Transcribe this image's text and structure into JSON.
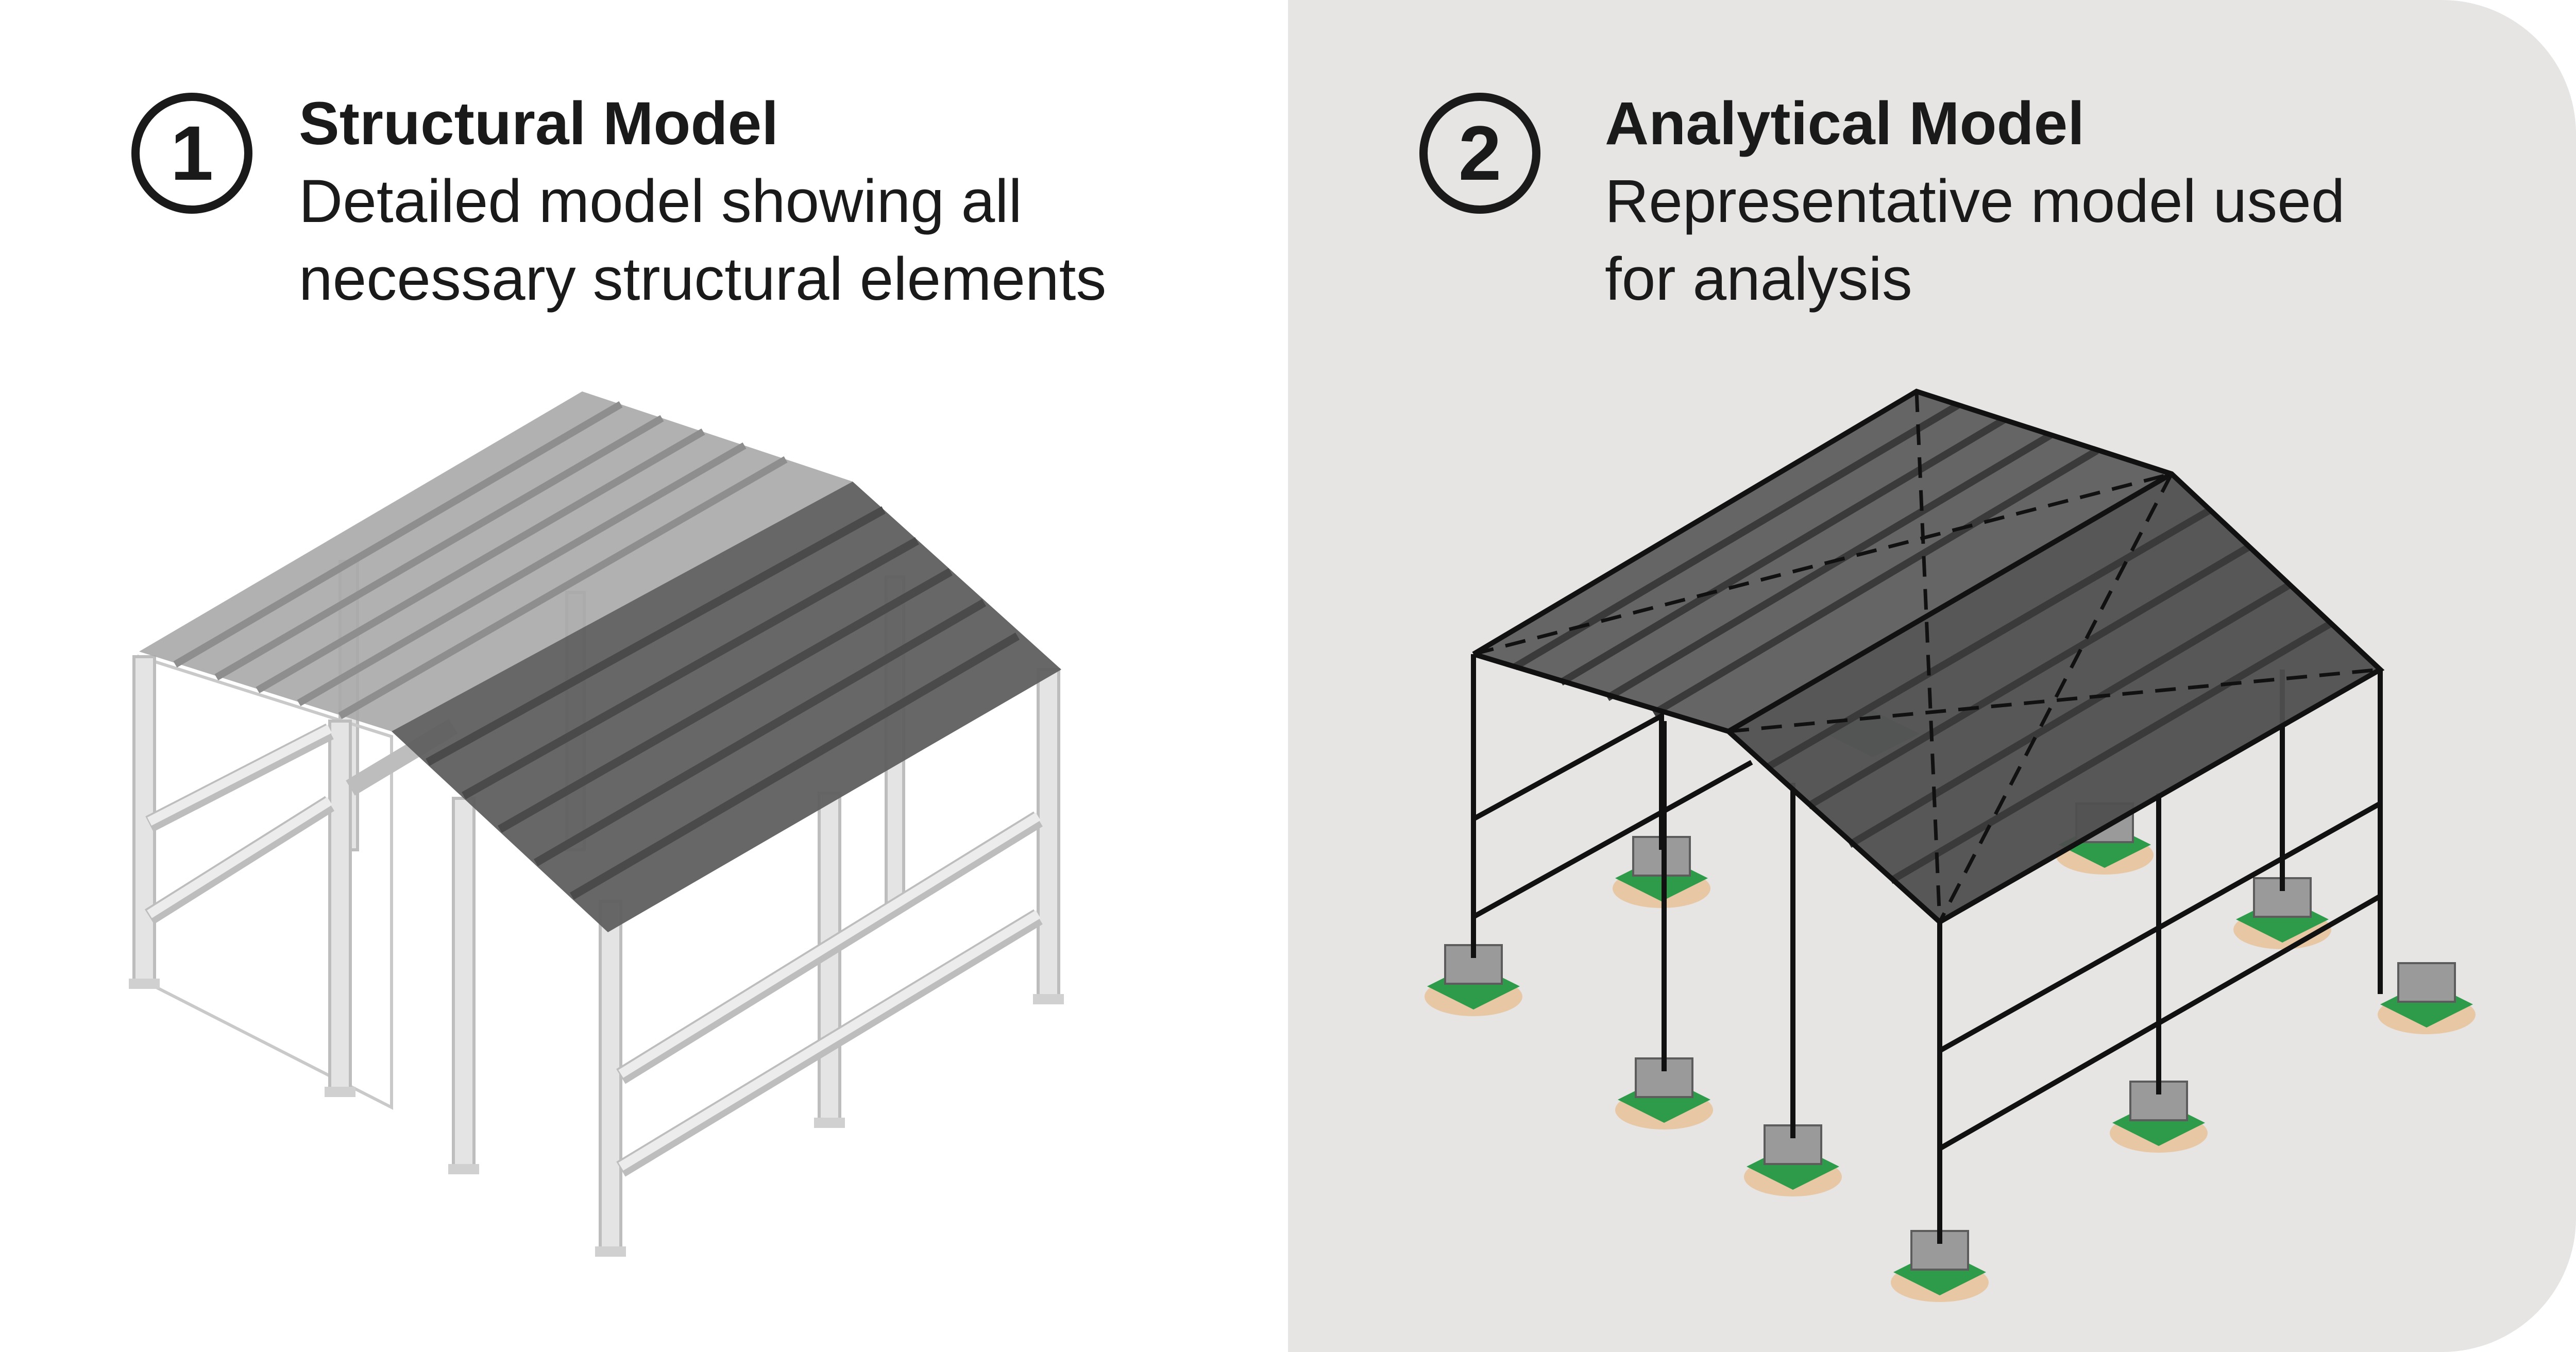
{
  "panels": [
    {
      "number": "1",
      "title": "Structural Model",
      "description_lines": [
        "Detailed model showing all",
        "necessary structural elements"
      ]
    },
    {
      "number": "2",
      "title": "Analytical Model",
      "description_lines": [
        "Representative model used",
        "for analysis"
      ]
    }
  ],
  "colors": {
    "right_background": "#e6e5e3",
    "roof_dark": "#5f5f5f",
    "roof_light": "#a9a9a9",
    "steel": "#e4e4e4",
    "footing_green": "#2e9b4a",
    "footing_soil": "#e8b37a"
  }
}
